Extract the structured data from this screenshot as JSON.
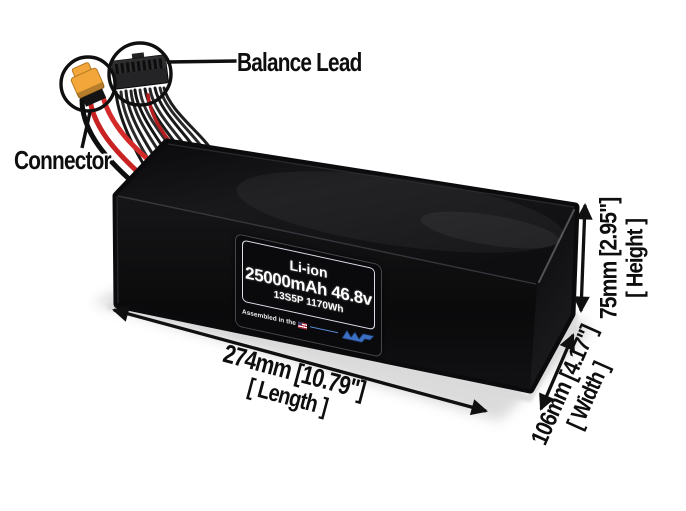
{
  "annotations": {
    "balance_lead": "Balance Lead",
    "connector": "Connector"
  },
  "battery_label": {
    "chemistry": "Li-ion",
    "capacity_voltage": "25000mAh 46.8v",
    "config_energy": "13S5P 1170Wh",
    "assembled": "Assembled in the",
    "flag_icon": "usa-flag-icon",
    "logo_icon": "brand-logo-icon"
  },
  "dimensions": {
    "length": {
      "value": "274mm [10.79\"]",
      "label": "[ Length ]"
    },
    "width": {
      "value": "106mm [4.17\"]",
      "label": "[ Width ]"
    },
    "height": {
      "value": "75mm [2.95\"]",
      "label": "[ Height ]"
    }
  },
  "colors": {
    "background": "#ffffff",
    "battery_black": "#0b0b0d",
    "connector_orange": "#f3a73b",
    "wire_red": "#c82222",
    "label_border": "#d9dde6",
    "label_accent_blue": "#5b8bd8",
    "logo_blue": "#3b6fc4",
    "annotation_black": "#101010"
  }
}
